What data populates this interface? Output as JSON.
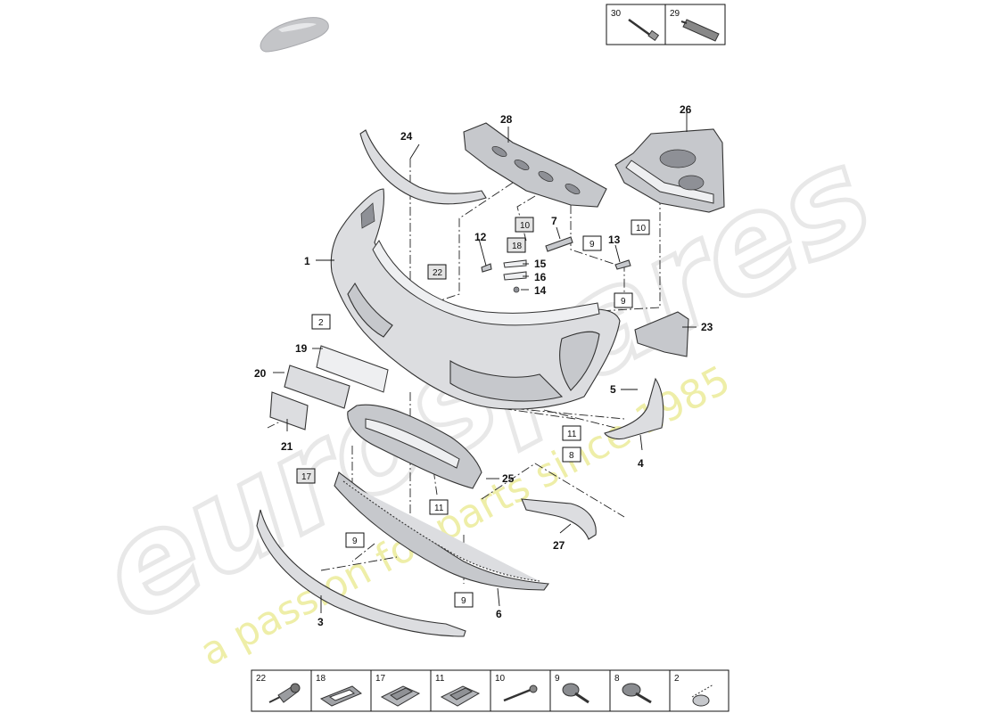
{
  "diagram": {
    "watermark": {
      "brand": "eurospares",
      "tagline": "a passion for parts since 1985"
    },
    "tool_legend": [
      {
        "number": "30",
        "icon": "brush-applicator-icon"
      },
      {
        "number": "29",
        "icon": "sealant-tube-icon"
      }
    ],
    "callouts": [
      "1",
      "3",
      "4",
      "5",
      "6",
      "7",
      "12",
      "13",
      "14",
      "15",
      "16",
      "19",
      "20",
      "21",
      "23",
      "24",
      "25",
      "26",
      "27",
      "28"
    ],
    "boxed_refs": [
      "10",
      "18",
      "22",
      "9",
      "10",
      "2",
      "9",
      "11",
      "8",
      "17",
      "11",
      "9",
      "9"
    ],
    "fastener_legend": [
      {
        "number": "22",
        "icon": "expansion-rivet-icon"
      },
      {
        "number": "18",
        "icon": "retaining-clip-icon"
      },
      {
        "number": "17",
        "icon": "spring-nut-clip-icon"
      },
      {
        "number": "11",
        "icon": "spring-nut-clip-icon"
      },
      {
        "number": "10",
        "icon": "rivet-pin-icon"
      },
      {
        "number": "9",
        "icon": "flange-screw-icon"
      },
      {
        "number": "8",
        "icon": "flange-bolt-icon"
      },
      {
        "number": "2",
        "icon": "cap-plug-icon"
      }
    ],
    "colors": {
      "part_fill": "#dcdde0",
      "part_outline": "#333333",
      "watermark_grey": "#e9e9e9",
      "watermark_yellow": "#ecec9a"
    }
  }
}
